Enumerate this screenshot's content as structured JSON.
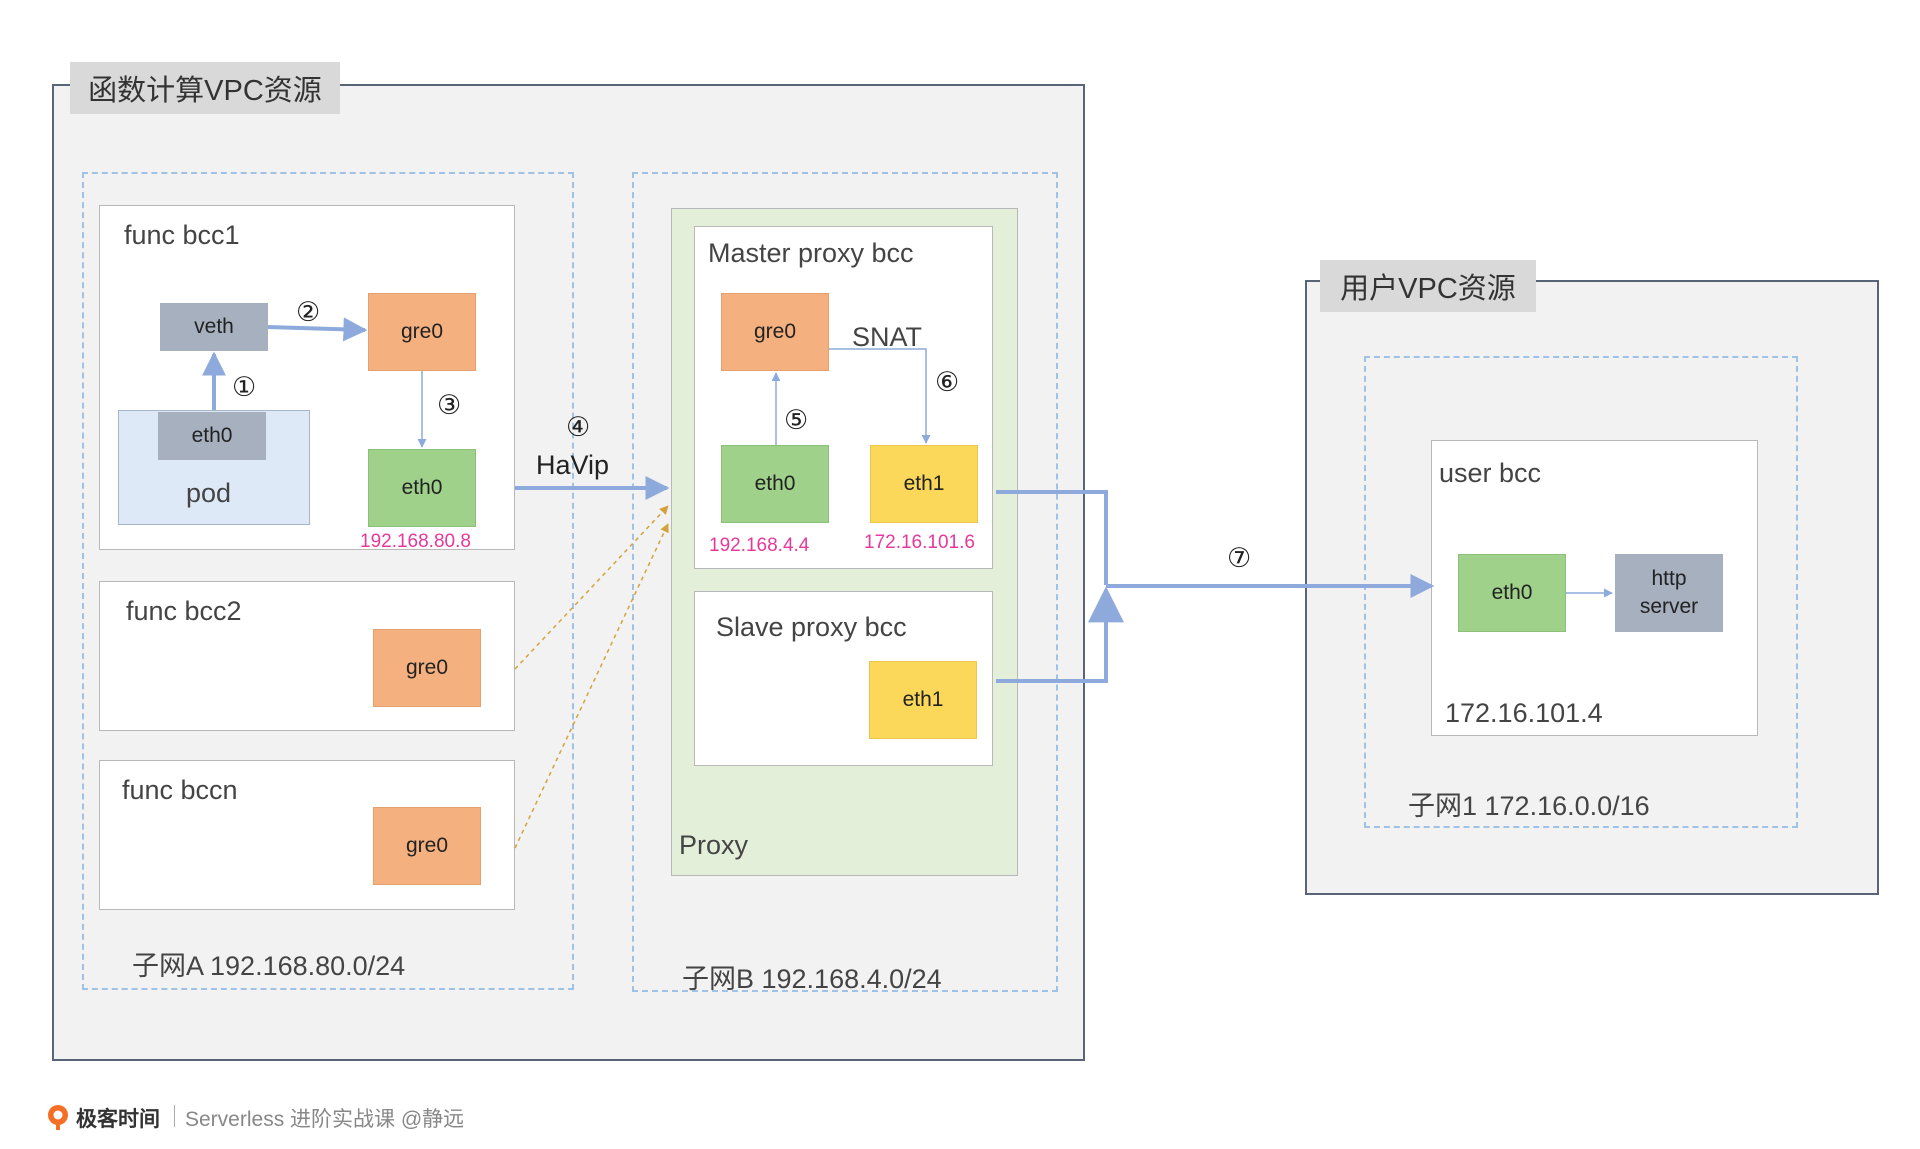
{
  "func_vpc": {
    "title": "函数计算VPC资源",
    "subnet_a": {
      "label": "子网A 192.168.80.0/24",
      "bcc1": {
        "label": "func bcc1",
        "veth": "veth",
        "pod_eth0": "eth0",
        "pod": "pod",
        "gre0": "gre0",
        "eth0": "eth0",
        "eth0_ip": "192.168.80.8"
      },
      "bcc2": {
        "label": "func bcc2",
        "gre0": "gre0"
      },
      "bccn": {
        "label": "func bccn",
        "gre0": "gre0"
      }
    },
    "subnet_b": {
      "label": "子网B 192.168.4.0/24",
      "proxy_label": "Proxy",
      "master": {
        "label": "Master proxy bcc",
        "gre0": "gre0",
        "snat": "SNAT",
        "eth0": "eth0",
        "eth0_ip": "192.168.4.4",
        "eth1": "eth1",
        "eth1_ip": "172.16.101.6"
      },
      "slave": {
        "label": "Slave proxy bcc",
        "eth1": "eth1"
      }
    }
  },
  "user_vpc": {
    "title": "用户VPC资源",
    "subnet_label": "子网1 172.16.0.0/16",
    "user_bcc": {
      "label": "user bcc",
      "eth0": "eth0",
      "http_line1": "http",
      "http_line2": "server",
      "ip": "172.16.101.4"
    }
  },
  "steps": {
    "s1": "①",
    "s2": "②",
    "s3": "③",
    "s4": "④",
    "s5": "⑤",
    "s6": "⑥",
    "s7": "⑦",
    "havip": "HaVip"
  },
  "footer": {
    "brand": "极客时间",
    "text": "Serverless 进阶实战课 @静远"
  },
  "colors": {
    "gre": "#f5b080",
    "eth0": "#9fd18b",
    "eth1": "#fbd85a",
    "grey_box": "#a7b0be",
    "arrow": "#8eaadc",
    "dotted": "#d4a23a",
    "ip_text": "#e6399b"
  }
}
